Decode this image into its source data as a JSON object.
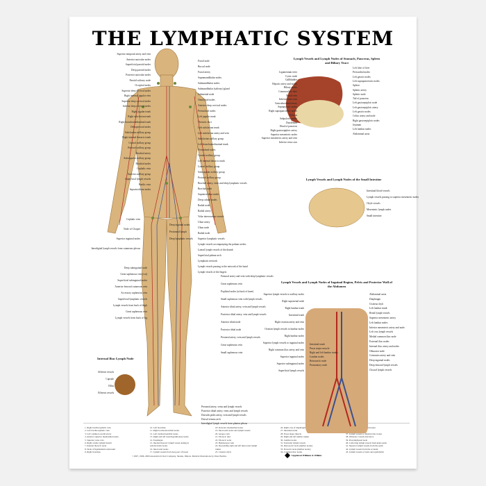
{
  "title": "THE LYMPHATIC SYSTEM",
  "figure_left_labels": [
    "Superior temporal artery and vein",
    "Anterior auricular nodes",
    "Superficial parotid nodes",
    "Deep parotid nodes",
    "Posterior auricular nodes",
    "Parotid salivary node",
    "Occipital nodes",
    "Superior deep cervical nodes",
    "Right internal jugular vein",
    "Superior deep cervical nodes",
    "Inferior deep cervical nodes",
    "Right jugular trunk",
    "Right subclavian trunk",
    "Right bronchomediastinal trunk",
    "Deltopectoral nodes",
    "Subclavian axillary group",
    "Right internal thoracic trunk",
    "Central axillary group",
    "Pectoral axillary group",
    "Brachial artery",
    "Subscapular axillary group",
    "Brachial nodes",
    "Cephalic vein",
    "Anterior axillary group",
    "Superficial lymph vessels",
    "Basilic vein",
    "Supratrochlear nodes"
  ],
  "figure_mid_labels": [
    "Cephalic vein",
    "Node of Cloquet",
    "Superior inguinal nodes",
    "Interdigital lymph vessels from cutaneous plexus"
  ],
  "figure_right_labels": [
    "Facial node",
    "Buccal node",
    "Facial artery",
    "Supramandibular nodes",
    "Submandibular nodes",
    "Submandibular (salivary) gland",
    "Submental node",
    "Omohyoid nodes",
    "Anterior deep cervical nodes",
    "Pretracheal nodes",
    "Left jugular trunk",
    "Thoracic duct",
    "Left subclavian trunk",
    "Left subclavian artery and vein",
    "Subclavian axillary group",
    "Left bronchomediastinal trunk",
    "Pretracheal nodes",
    "Central axillary group",
    "Left internal thoracic trunk",
    "Lateral axillary group",
    "Subscapular axillary group",
    "Pectoral axillary group",
    "Brachial artery, veins and deep lymphatic vessels",
    "Brachial node",
    "Supratrochlear nodes",
    "Deep cubital nodes",
    "Radial node",
    "Radial artery",
    "Volar interosseous vessels",
    "Ulnar artery",
    "Ulnar node",
    "Radial node",
    "Superior lymphatic vessels",
    "Lymph vessels accompanying the palmar arches",
    "Lateral lymph vessels of the thumb",
    "Superficial palmar arch",
    "Lymphatic network",
    "Lymph vessels passing to the network of the hand",
    "Lymph vessels of the fingers"
  ],
  "abdomen_labels": [
    "Deep inguinal nodes",
    "Peritoneal lymph",
    "Deep lymphatic vessels"
  ],
  "leg_left_labels": [
    "Deep subinguinal node",
    "Great saphenous vein (cut)",
    "Superficial subinguinal nodes",
    "Anterior femoral cutaneous vein",
    "Accessory saphenous vein",
    "Superficial lymphatic vessels",
    "Lymph vessels from back of thigh",
    "Great saphenous vein",
    "Lymph vessels from back of leg"
  ],
  "leg_right_labels": [
    "Femoral artery and vein with deep lymphatic vessels",
    "Great saphenous vein",
    "Popliteal nodes (at back of knee)",
    "Small saphenous vein with lymph vessels",
    "Anterior tibial artery, vein and lymph vessels",
    "Posterior tibial artery, vein and lymph vessels",
    "Anterior tibial node",
    "Posterior tibial node",
    "Peroneal artery, vein and lymph vessels",
    "Great saphenous vein",
    "Small saphenous vein"
  ],
  "foot_labels": [
    "Peroneal artery, veins and lymph vessels",
    "Posterior tibial artery, veins and lymph vessels",
    "Dorsalis pedis artery, vein and lymph vessels",
    "Dorsal venous arch",
    "Interdigital lymph vessels from plantar plexus"
  ],
  "stomach": {
    "title": "Lymph Vessels and Lymph Nodes of Stomach, Pancreas, Spleen and Biliary Tract",
    "left": [
      "Ligamentum teres",
      "Cystic node",
      "Gallbladder",
      "Hepatic artery and nodes",
      "Biliary nodes",
      "Common bile duct",
      "Portal vein",
      "Inferior vena cava",
      "Gastroduodenal artery",
      "Suprapyloric nodes",
      "Right suprapancreatic nodes",
      "Pylorus",
      "Subpyloric nodes",
      "Duodenum",
      "Head of pancreas",
      "Right gastroepiploic artery",
      "Superior mesenteric nodes",
      "Superior mesenteric artery and vein",
      "Inferior vena cava"
    ],
    "right": [
      "Left lobe of liver",
      "Pericardial nodes",
      "Left gastric nodes",
      "Left suprapancreatic nodes",
      "Spleen",
      "Splenic artery",
      "Splenic node",
      "Tail of pancreas",
      "Left gastroepiploic node",
      "Left gastroepiploic artery",
      "Left gastric nodes",
      "Celiac artery and node",
      "Right gastroepiploic nodes",
      "Jejunum",
      "Left lumbar nodes",
      "Abdominal aorta"
    ]
  },
  "intestine": {
    "title": "Lymph Vessels and Lymph Nodes of the Small Intestine",
    "right": [
      "Intestinal blood vessels",
      "Lymph vessels passing to superior mesenteric nodes",
      "Chyle vessels",
      "Mesenteric lymph nodes",
      "Small intestine"
    ]
  },
  "inguinal": {
    "title": "Lymph Vessels and Lymph Nodes of Inguinal Region, Pelvis and Posterior Wall of the Abdomen",
    "left": [
      "Superior lymph vessels to axillary nodes",
      "Right suprarenal node",
      "Right lumbar trunk",
      "Intestinal trunk",
      "Right ovarian artery and vein",
      "Ovarian lymph vessels to lumbar nodes",
      "Right lumbar nodes",
      "Superior lymph vessels to inguinal nodes",
      "Right common iliac artery and vein",
      "Superior inguinal nodes",
      "Superior subinguinal nodes",
      "Superficial lymph vessels"
    ],
    "mid": [
      "Intestinal trunk",
      "Psoas major muscle",
      "Right and left lumbar trunks",
      "Lumbar nodes",
      "Retroaortic node",
      "Promontory node"
    ],
    "right": [
      "Abdominal aorta",
      "Diaphragm",
      "Cisterna chyli",
      "Left lumbar trunk",
      "Renal lymph vessels",
      "Superior mesenteric artery",
      "Left lumbar nodes",
      "Inferior mesenteric artery and node",
      "Left crus lymph vessels",
      "Medial common iliac node",
      "External iliac nodes",
      "Internal iliac artery and nodes",
      "Obturator node",
      "Cremaster artery and vein",
      "Deep inguinal nodes",
      "Deep femoral lymph vessels",
      "Cloacal lymph vessels"
    ]
  },
  "iliac_node": {
    "title": "Internal Iliac Lymph Node",
    "labels": [
      "Afferent vessels",
      "Capsule",
      "Hilus",
      "Efferent vessels"
    ]
  },
  "legend": [
    [
      "1. Right brachiocephalic vein",
      "2. Left brachiocephalic vein",
      "3. Left common carotid artery",
      "4. Anterior superior mediastinal nodes",
      "5. Superior vena cava",
      "6. Right cardiac lymph branch",
      "7. Internal thoracic node",
      "8. Node of ligamentum arteriosum",
      "9. Right bronchus"
    ],
    [
      "10. Left bronchus",
      "11. Right tracheobronchial nodes",
      "12. Left tracheobronchial nodes",
      "13. Right and left bronchopulmonary nodes",
      "14. Esophagus",
      "15. Internal thoracic lymph vessel ending in",
      "     subclavicular nodes",
      "16. Intercostal nodes",
      "17. Lymph vessels from deep part of breast"
    ],
    [
      "18. Posterior mediastinal nodes",
      "19. Intercostal nodes and lymph vessels",
      "20. Azygos vein",
      "21. Thoracic duct",
      "22. Thoracic aorta",
      "23. Hemiazygos vein",
      "24. Descending right and left intercostal lymph",
      "     trunks",
      "25. Cisterna chyli"
    ],
    [
      "26. Right crus of diaphragm",
      "27. Intestinal trunk",
      "28. Psoas major muscle",
      "29. Right and left lumbar trunks",
      "30. Lumbar nodes",
      "31. Testicular lymph vessels",
      "32. Retroaortic node (lumbar nodes)",
      "33. Preaortic node (lumbar nodes)",
      "34. Common iliac nodes"
    ],
    [
      "35. Internal iliac artery and nodes",
      "36. Sacral nodes",
      "37. Lymph vessels to internal iliac nodes",
      "38. Obturator vessels and nerve",
      "39. Presymphyseal node",
      "40. Collecting lymph vessels from glans penis",
      "41. Superior lymph vessels from the penis",
      "42. Lymph vessels from the scrotum",
      "43. Lymph vessels of testis and epididymis"
    ]
  ],
  "copyright": "©1997, 1996, 2000 Anatomical Chart Company, Skokie, Illinois. Medical illustrations by Peter Bachin.",
  "publisher": "Lippincott Williams & Wilkins",
  "colors": {
    "skin": "#d9b47c",
    "artery": "#b3261e",
    "vein": "#3a4f8f",
    "node": "#6f8a3a",
    "organ": "#a5432a"
  }
}
